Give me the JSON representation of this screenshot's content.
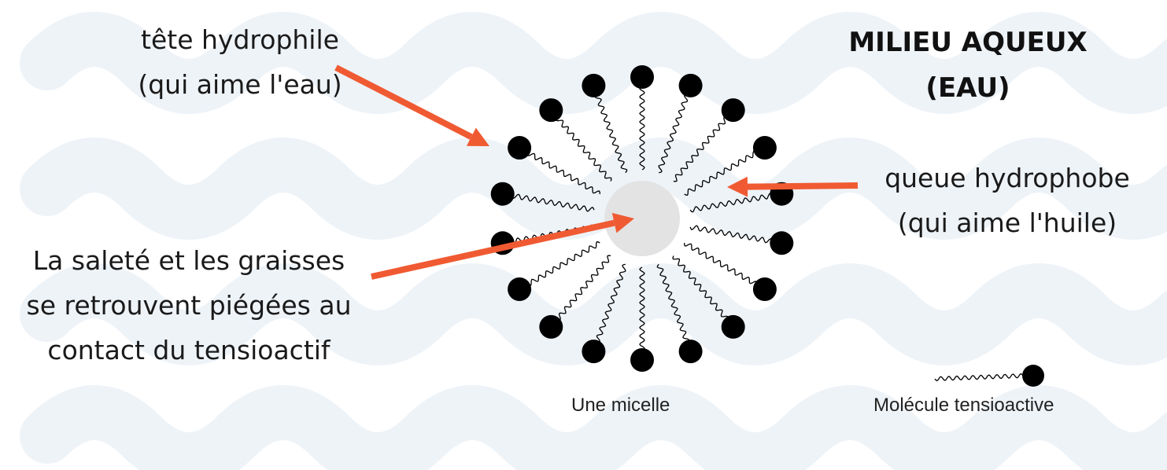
{
  "labels": {
    "head": [
      "tête hydrophile",
      "(qui aime l'eau)"
    ],
    "tail": [
      "queue hydrophobe",
      "(qui aime l'huile)"
    ],
    "dirt": [
      "La saleté et les graisses",
      "se retrouvent piégées au",
      "contact du tensioactif"
    ],
    "medium": [
      "MILIEU AQUEUX",
      "(EAU)"
    ]
  },
  "captions": {
    "micelle": "Une micelle",
    "molecule": "Molécule tensioactive"
  },
  "diagram": {
    "molecule_count": 18
  },
  "colors": {
    "arrow": "#f05a32",
    "wave": "#eef3f8",
    "core": "#e3e3e3",
    "molecule": "#000000",
    "text": "#1a1a1a"
  }
}
